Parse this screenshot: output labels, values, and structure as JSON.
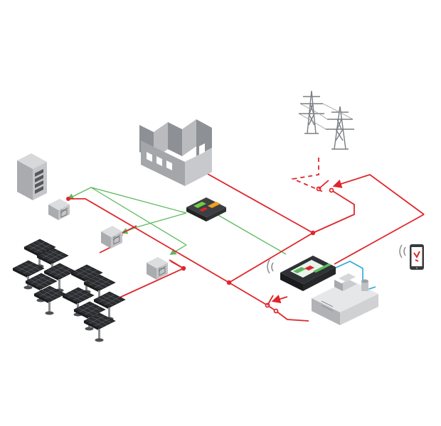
{
  "diagram": {
    "colors": {
      "power_line": "#e0252b",
      "signal_line": "#5cb85c",
      "coolant_line": "#2aa7d8",
      "wireless": "#8c8c8c",
      "device_dark": "#3a3a3a",
      "equipment_gray": "#9c9ea1"
    },
    "components": [
      {
        "id": "utility-grid",
        "icon": "transmission-tower-icon"
      },
      {
        "id": "factory-load",
        "icon": "factory-icon"
      },
      {
        "id": "electrical-cabinet",
        "icon": "cabinet-icon"
      },
      {
        "id": "io-controller",
        "icon": "io-module-icon"
      },
      {
        "id": "genset-controller",
        "icon": "controller-display-icon"
      },
      {
        "id": "diesel-generator",
        "icon": "generator-icon"
      },
      {
        "id": "mobile-app",
        "icon": "smartphone-icon"
      },
      {
        "id": "pv-inverters",
        "icon": "inverter-icon",
        "count": 3
      },
      {
        "id": "solar-arrays",
        "icon": "solar-panel-icon",
        "count": 12
      },
      {
        "id": "breakers",
        "icon": "switch-icon",
        "count": 2
      }
    ],
    "lines": [
      {
        "id": "grid-feed",
        "style": "dashed",
        "color": "power_line"
      },
      {
        "id": "ac-bus",
        "style": "solid",
        "color": "power_line"
      },
      {
        "id": "pv-feeds",
        "style": "solid",
        "color": "power_line"
      },
      {
        "id": "control-links",
        "style": "solid",
        "color": "signal_line"
      },
      {
        "id": "coolant-loop",
        "style": "solid",
        "color": "coolant_line"
      }
    ]
  }
}
